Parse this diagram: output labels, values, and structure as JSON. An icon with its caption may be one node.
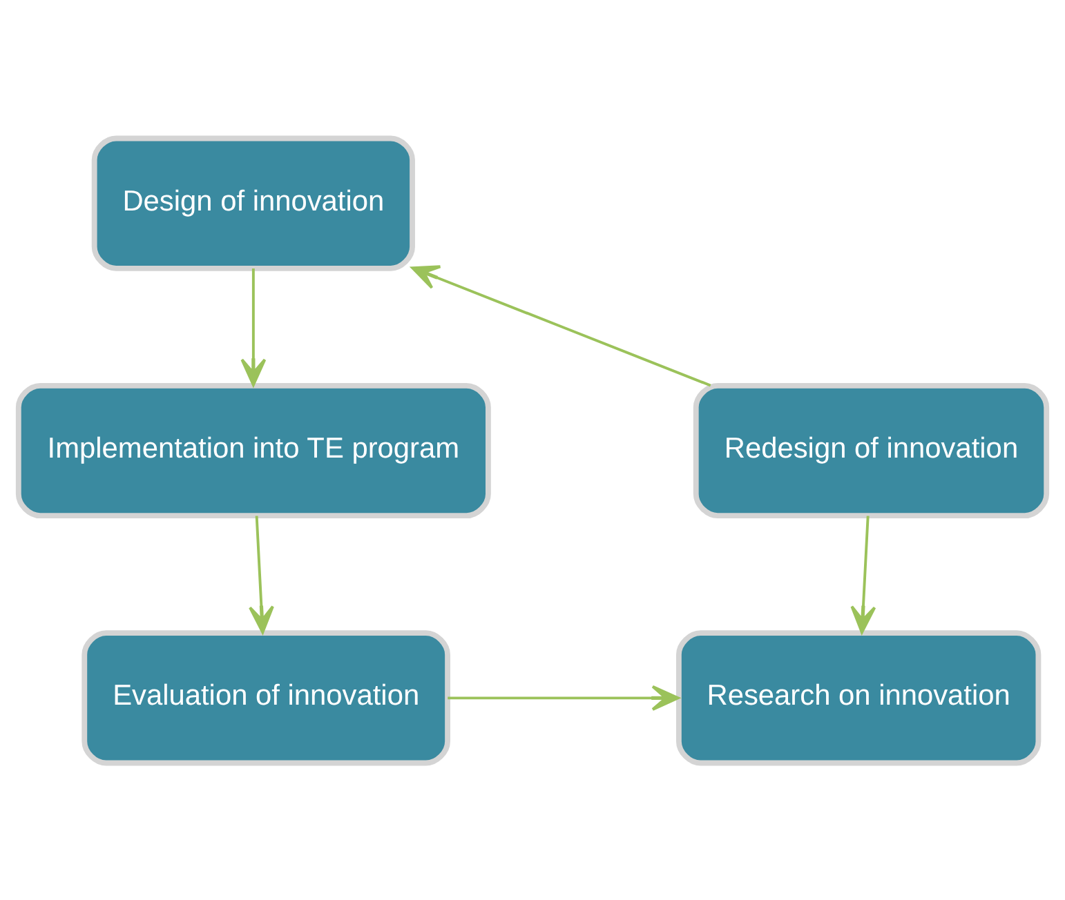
{
  "diagram": {
    "nodes": [
      {
        "text": [
          "Design of innovation"
        ]
      },
      {
        "text": [
          "Implementation into TE program"
        ]
      },
      {
        "text": [
          "Evaluation of innovation"
        ]
      },
      {
        "text": [
          "Research on innovation"
        ]
      },
      {
        "text": [
          "Redesign of innovation"
        ]
      }
    ],
    "edges": [
      {
        "from": 0,
        "to": 1,
        "arrow": "to"
      },
      {
        "from": 1,
        "to": 2,
        "arrow": "to"
      },
      {
        "from": 2,
        "to": 3,
        "arrow": "to"
      },
      {
        "from": 4,
        "to": 3,
        "arrow": "to"
      },
      {
        "from": 4,
        "to": 0,
        "arrow": "to"
      }
    ]
  }
}
